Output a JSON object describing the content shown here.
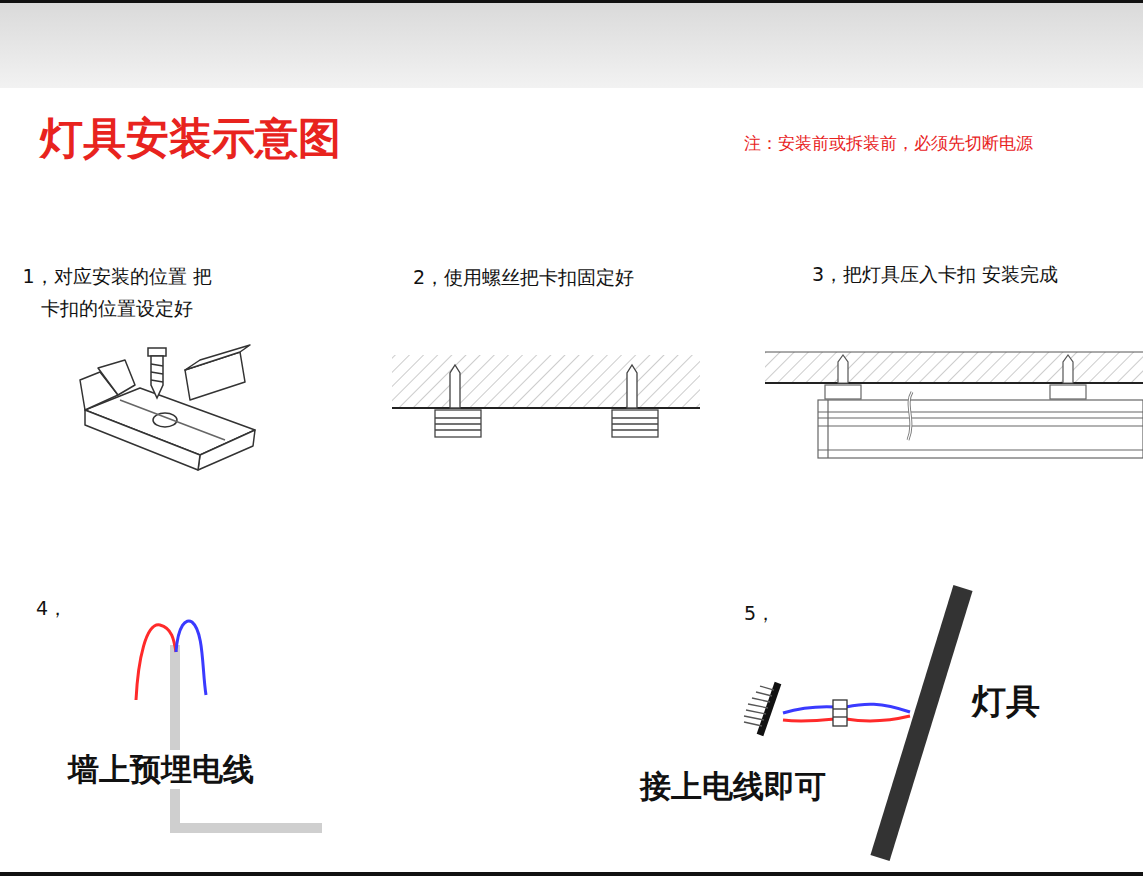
{
  "diagram": {
    "title": "灯具安装示意图",
    "labels": [
      "注：安装前或拆装前，必须先切断电源",
      "1，对应安装的位置 把卡扣的位置设定好",
      "2，使用螺丝把卡扣固定好",
      "3，把灯具压入卡扣 安装完成",
      "4，",
      "墙上预埋电线",
      "5，",
      "灯具",
      "接上电线即可"
    ]
  }
}
